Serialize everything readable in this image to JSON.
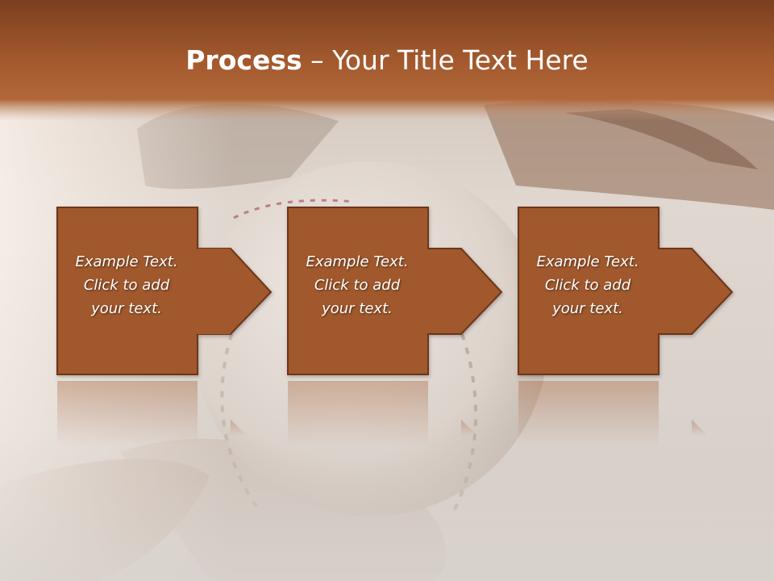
{
  "slide": {
    "title_bold": "Process",
    "title_rest": " – Your Title Text Here",
    "steps": [
      {
        "line1": "Example Text.",
        "line2": "Click  to add",
        "line3": "your text."
      },
      {
        "line1": "Example Text.",
        "line2": "Click  to add",
        "line3": "your text."
      },
      {
        "line1": "Example Text.",
        "line2": "Click  to add",
        "line3": "your text."
      }
    ]
  },
  "colors": {
    "title_bar": "#a25a2e",
    "box_fill": "#a0582c",
    "box_border": "#6e3517",
    "text": "#ffffff",
    "background": "#dcd5cf"
  },
  "icons": [
    "baseball-image",
    "glove-image",
    "arrow-right-icon"
  ]
}
